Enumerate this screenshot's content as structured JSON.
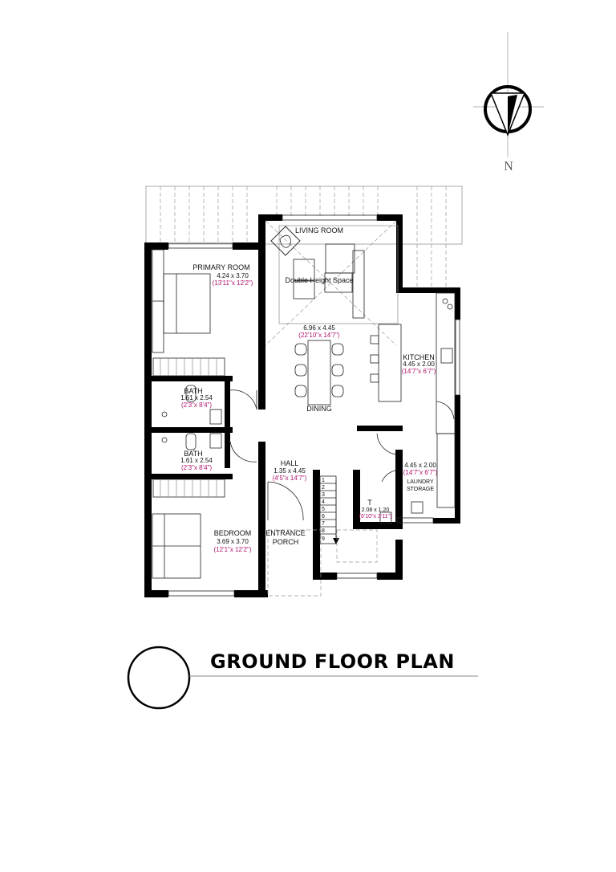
{
  "title": "GROUND FLOOR PLAN",
  "north_label": "N",
  "rooms": {
    "living": {
      "name": "LIVING ROOM",
      "note": "Double Height Space",
      "size": "6.96 x 4.45",
      "imperial": "(22'10\"x 14'7\")"
    },
    "dining": {
      "name": "DINING"
    },
    "kitchen": {
      "name": "KITCHEN",
      "size": "4.45 x 2.00",
      "imperial": "(14'7\"x 6'7\")"
    },
    "primary": {
      "name": "PRIMARY ROOM",
      "size": "4.24 x 3.70",
      "imperial": "(13'11\"x 12'2\")"
    },
    "bath1": {
      "name": "BATH",
      "size": "1.61 x 2.54",
      "imperial": "(2'3\"x 8'4\")"
    },
    "bath2": {
      "name": "BATH",
      "size": "1.61 x 2.54",
      "imperial": "(2'3\"x 8'4\")"
    },
    "bedroom": {
      "name": "BEDROOM",
      "size": "3.69 x 3.70",
      "imperial": "(12'1\"x 12'2\")"
    },
    "hall": {
      "name": "HALL",
      "size": "1.35 x 4.45",
      "imperial": "(4'5\"x 14'7\")"
    },
    "entrance": {
      "name": "ENTRANCE",
      "name2": "PORCH"
    },
    "laundry": {
      "size": "4.45 x 2.00",
      "imperial": "(14'7\"x 6'7\")",
      "name": "LAUNDRY",
      "name2": "STORAGE"
    },
    "toilet": {
      "name": "T",
      "size": "2.08 x 1.20",
      "imperial": "(6'10\"x 3'11\")"
    }
  },
  "stair_steps": [
    "1",
    "2",
    "3",
    "4",
    "5",
    "6",
    "7",
    "8",
    "9"
  ]
}
